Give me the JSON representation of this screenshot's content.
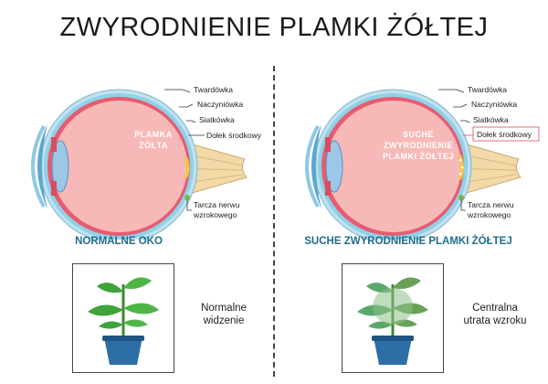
{
  "title": "ZWYRODNIENIE PLAMKI ŻÓŁTEJ",
  "left": {
    "caption": "NORMALNE OKO",
    "center_label": [
      "PLAMKA",
      "ŻÓŁTA"
    ],
    "labels": {
      "sclera": "Twardówka",
      "choroid": "Naczyniówka",
      "retina": "Siatkówka",
      "fovea": "Dołek środkowy",
      "optic_disc": [
        "Tarcza nerwu",
        "wzrokowego"
      ]
    },
    "plant_text": [
      "Normalne",
      "widzenie"
    ]
  },
  "right": {
    "caption": "SUCHE ZWYRODNIENIE PLAMKI ŻÓŁTEJ",
    "center_label": [
      "SUCHE",
      "ZWYRODNIENIE",
      "PLAMKI ŻÓŁTEJ"
    ],
    "labels": {
      "sclera": "Twardówka",
      "choroid": "Naczyniówka",
      "retina": "Siatkówka",
      "fovea": "Dołek środkowy",
      "optic_disc": [
        "Tarcza nerwu",
        "wzrokowego"
      ]
    },
    "plant_text": [
      "Centralna",
      "utrata wzroku"
    ]
  },
  "colors": {
    "sclera": "#bfe2ef",
    "choroid": "#8fd1e7",
    "retina": "#e85b70",
    "vitreous": "#f7b9b7",
    "cornea": "#5aa7d0",
    "lens": "#9cc7e6",
    "nerve": "#f3d9a8",
    "caption": "#1f6b8d",
    "pot": "#2d6ea6",
    "leaf": "#3ea33a"
  }
}
